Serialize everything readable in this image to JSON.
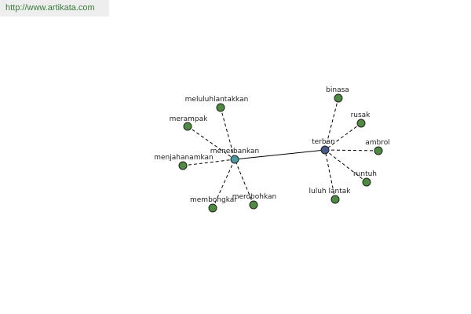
{
  "source": {
    "url_text": "http://www.artikata.com"
  },
  "colors": {
    "leaf": "#4e8a3f",
    "hub_primary": "#4a5a8c",
    "hub_secondary": "#4a9aa0",
    "edge": "#000000"
  },
  "graph": {
    "hubs": [
      {
        "id": "menerbankan",
        "label": "menerbankan",
        "style": "secondary"
      },
      {
        "id": "terban",
        "label": "terban",
        "style": "primary"
      }
    ],
    "leaves": [
      {
        "id": "meluluhlantakkan",
        "label": "meluluhlantakkan",
        "hub": "menerbankan"
      },
      {
        "id": "merampak",
        "label": "merampak",
        "hub": "menerbankan"
      },
      {
        "id": "menjahanamkan",
        "label": "menjahanamkan",
        "hub": "menerbankan"
      },
      {
        "id": "membongkar",
        "label": "membongkar",
        "hub": "menerbankan"
      },
      {
        "id": "merobohkan",
        "label": "merobohkan",
        "hub": "menerbankan"
      },
      {
        "id": "binasa",
        "label": "binasa",
        "hub": "terban"
      },
      {
        "id": "rusak",
        "label": "rusak",
        "hub": "terban"
      },
      {
        "id": "ambrol",
        "label": "ambrol",
        "hub": "terban"
      },
      {
        "id": "runtuh",
        "label": "runtuh",
        "hub": "terban"
      },
      {
        "id": "luluh-lantak",
        "label": "luluh lantak",
        "hub": "terban"
      }
    ],
    "hub_links": [
      {
        "from": "menerbankan",
        "to": "terban"
      }
    ]
  }
}
